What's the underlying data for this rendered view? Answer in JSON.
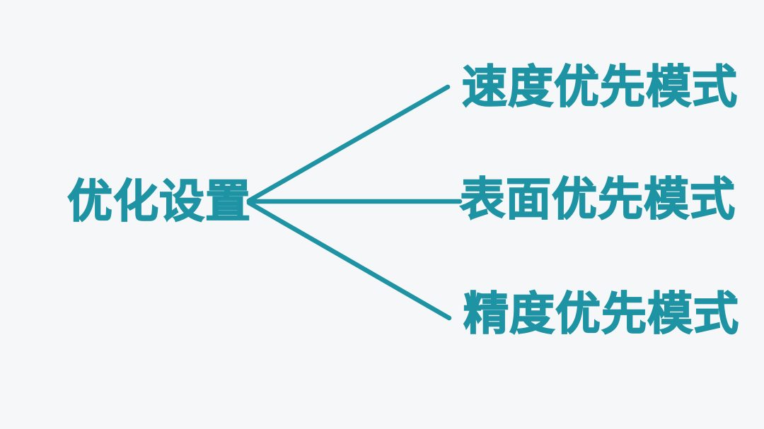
{
  "diagram": {
    "type": "mindmap",
    "root": {
      "label": "优化设置"
    },
    "branches": [
      {
        "label": "速度优先模式"
      },
      {
        "label": "表面优先模式"
      },
      {
        "label": "精度优先模式"
      }
    ]
  },
  "colors": {
    "accent": "#1e93a3",
    "background": "#f5f7f8"
  }
}
